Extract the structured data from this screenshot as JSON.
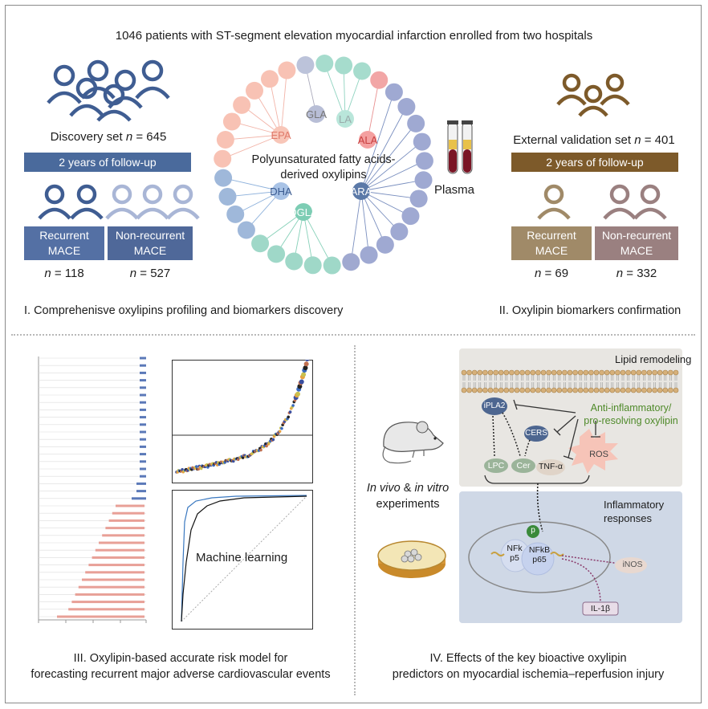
{
  "title": "1046 patients with ST-segment elevation myocardial infarction enrolled from two hospitals",
  "discovery": {
    "label": "Discovery set",
    "n_var": "n",
    "n_text": " = 645",
    "followup": "2 years of follow-up",
    "recurrent": "Recurrent MACE",
    "nonrecurrent": "Non-recurrent MACE",
    "rec_n_var": "n",
    "rec_n_text": " = 118",
    "non_n_var": "n",
    "non_n_text": " = 527",
    "color": "#4a6a9c",
    "light": "#a9b6d6"
  },
  "validation": {
    "label": "External validation set",
    "n_var": "n",
    "n_text": " = 401",
    "followup": "2 years of follow-up",
    "recurrent": "Recurrent MACE",
    "nonrecurrent": "Non-recurrent MACE",
    "rec_n_var": "n",
    "rec_n_text": " = 69",
    "non_n_var": "n",
    "non_n_text": " = 332",
    "color": "#7d5a2a",
    "rec_color": "#a08a68",
    "non_color": "#9a8080"
  },
  "network": {
    "center_line1": "Polyunsaturated fatty acids-",
    "center_line2": "derived oxylipins",
    "nodes": {
      "gla": "GLA",
      "la": "LA",
      "epa": "EPA",
      "ala": "ALA",
      "dha": "DHA",
      "ara": "ARA",
      "dgla": "DGLA"
    },
    "plasma": "Plasma"
  },
  "section1": "I. Comprehenisve oxylipins profiling and biomarkers discovery",
  "section2": "II. Oxylipin biomarkers confirmation",
  "section3_line1": "III. Oxylipin-based accurate risk model for",
  "section3_line2": "forecasting recurrent major adverse cardiovascular events",
  "section4_line1": "IV. Effects of the key bioactive oxylipin",
  "section4_line2": "predictors on myocardial ischemia–reperfusion injury",
  "ml_label": "Machine learning",
  "experiments": {
    "line1_a": "In vivo",
    "line1_b": " & ",
    "line1_c": "in vitro",
    "line2": "experiments"
  },
  "mechanism": {
    "lipid_remodeling": "Lipid remodeling",
    "anti1": "Anti-inflammatory/",
    "anti2": "pro-resolving oxylipin",
    "ipla2": "iPLA2",
    "cers": "CERS",
    "lpc": "LPC",
    "cer": "Cer",
    "tnf": "TNF-α",
    "ros": "ROS",
    "inflam1": "Inflammatory",
    "inflam2": "responses",
    "p": "p",
    "nfkb_p50_1": "NFk",
    "nfkb_p50_2": "p5",
    "nfkb_p65_1": "NFkB",
    "nfkb_p65_2": "p65",
    "inos": "iNOS",
    "il1b": "IL-1β"
  }
}
